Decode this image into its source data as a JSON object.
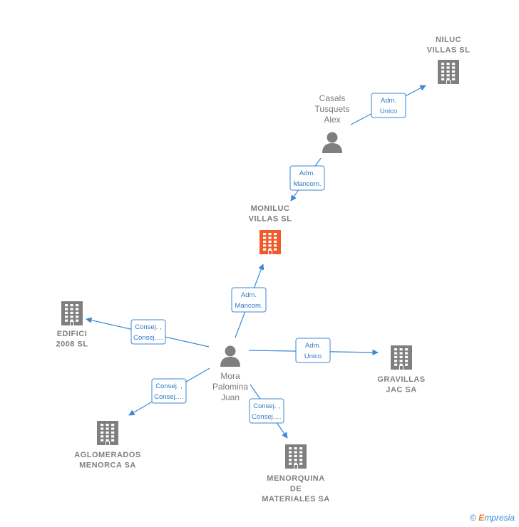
{
  "nodes": {
    "moniluc": {
      "type": "company",
      "lines": [
        "MONILUC",
        "VILLAS  SL"
      ],
      "focus": true
    },
    "niluc": {
      "type": "company",
      "lines": [
        "NILUC",
        "VILLAS  SL"
      ]
    },
    "edifici": {
      "type": "company",
      "lines": [
        "EDIFICI",
        "2008 SL"
      ]
    },
    "gravillas": {
      "type": "company",
      "lines": [
        "GRAVILLAS",
        "JAC SA"
      ]
    },
    "aglom": {
      "type": "company",
      "lines": [
        "AGLOMERADOS",
        "MENORCA SA"
      ]
    },
    "menorq": {
      "type": "company",
      "lines": [
        "MENORQUINA",
        "DE",
        "MATERIALES SA"
      ]
    },
    "casals": {
      "type": "person",
      "lines": [
        "Casals",
        "Tusquets",
        "Alex"
      ]
    },
    "mora": {
      "type": "person",
      "lines": [
        "Mora",
        "Palomina",
        "Juan"
      ]
    }
  },
  "edges": [
    {
      "from": "casals",
      "to": "niluc",
      "lines": [
        "Adm.",
        "Unico"
      ]
    },
    {
      "from": "casals",
      "to": "moniluc",
      "lines": [
        "Adm.",
        "Mancom."
      ]
    },
    {
      "from": "mora",
      "to": "moniluc",
      "lines": [
        "Adm.",
        "Mancom."
      ]
    },
    {
      "from": "mora",
      "to": "edifici",
      "lines": [
        "Consej. ,",
        "Consej.…"
      ]
    },
    {
      "from": "mora",
      "to": "gravillas",
      "lines": [
        "Adm.",
        "Unico"
      ]
    },
    {
      "from": "mora",
      "to": "aglom",
      "lines": [
        "Consej. ,",
        "Consej.…"
      ]
    },
    {
      "from": "mora",
      "to": "menorq",
      "lines": [
        "Consej. ,",
        "Consej.…"
      ]
    }
  ],
  "colors": {
    "edge": "#3a87d4",
    "company_icon": "#7f7f7f",
    "focus_icon": "#f05a28",
    "person_icon": "#7f7f7f"
  },
  "icons": {
    "company": "building-icon",
    "person": "person-icon"
  },
  "footer": {
    "symbol": "©",
    "brand_initial": "E",
    "brand_rest": "mpresia"
  }
}
